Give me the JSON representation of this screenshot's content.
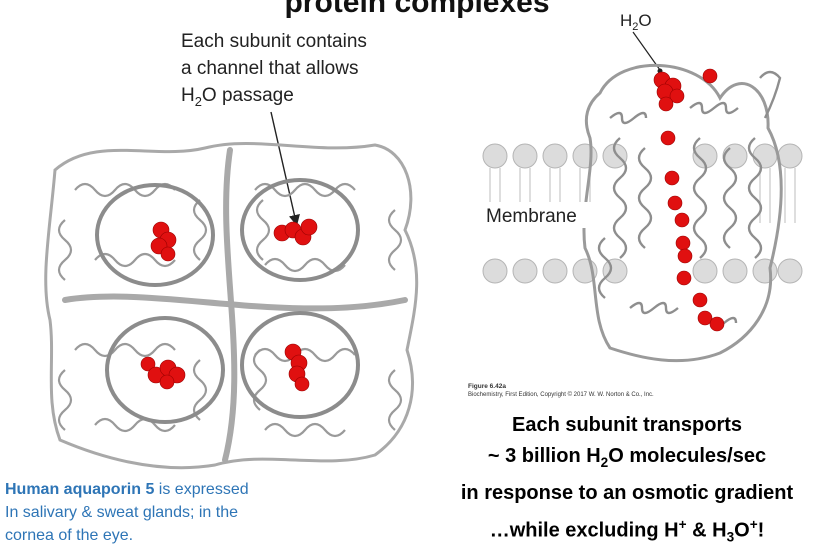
{
  "title": "protein complexes",
  "callout": {
    "line1": "Each subunit contains",
    "line2": "a channel that allows",
    "line3_pre": "H",
    "line3_sub": "2",
    "line3_post": "O passage"
  },
  "right_labels": {
    "water_pre": "H",
    "water_sub": "2",
    "water_post": "O",
    "membrane": "Membrane"
  },
  "figure_label": {
    "title": "Figure 6.42a",
    "credit": "Biochemistry, First Edition, Copyright © 2017 W. W. Norton & Co., Inc."
  },
  "caption": {
    "bold": "Human aquaporin 5",
    "rest1": " is expressed",
    "line2": "In salivary & sweat glands; in the",
    "line3": "cornea of the eye."
  },
  "summary": {
    "line1": "Each subunit transports",
    "line2_pre": "~ 3 billion H",
    "line2_sub": "2",
    "line2_post": "O molecules/sec",
    "line3": "in response to an osmotic gradient",
    "line4_pre": "…while excluding H",
    "line4_sup1": "+",
    "line4_mid": " & H",
    "line4_sub": "3",
    "line4_mid2": "O",
    "line4_sup2": "+",
    "line4_post": "!"
  },
  "colors": {
    "water": "#e01010",
    "protein": "#a9a9a9",
    "lipid_head": "#d8d8d8",
    "caption_blue": "#2e75b6"
  }
}
